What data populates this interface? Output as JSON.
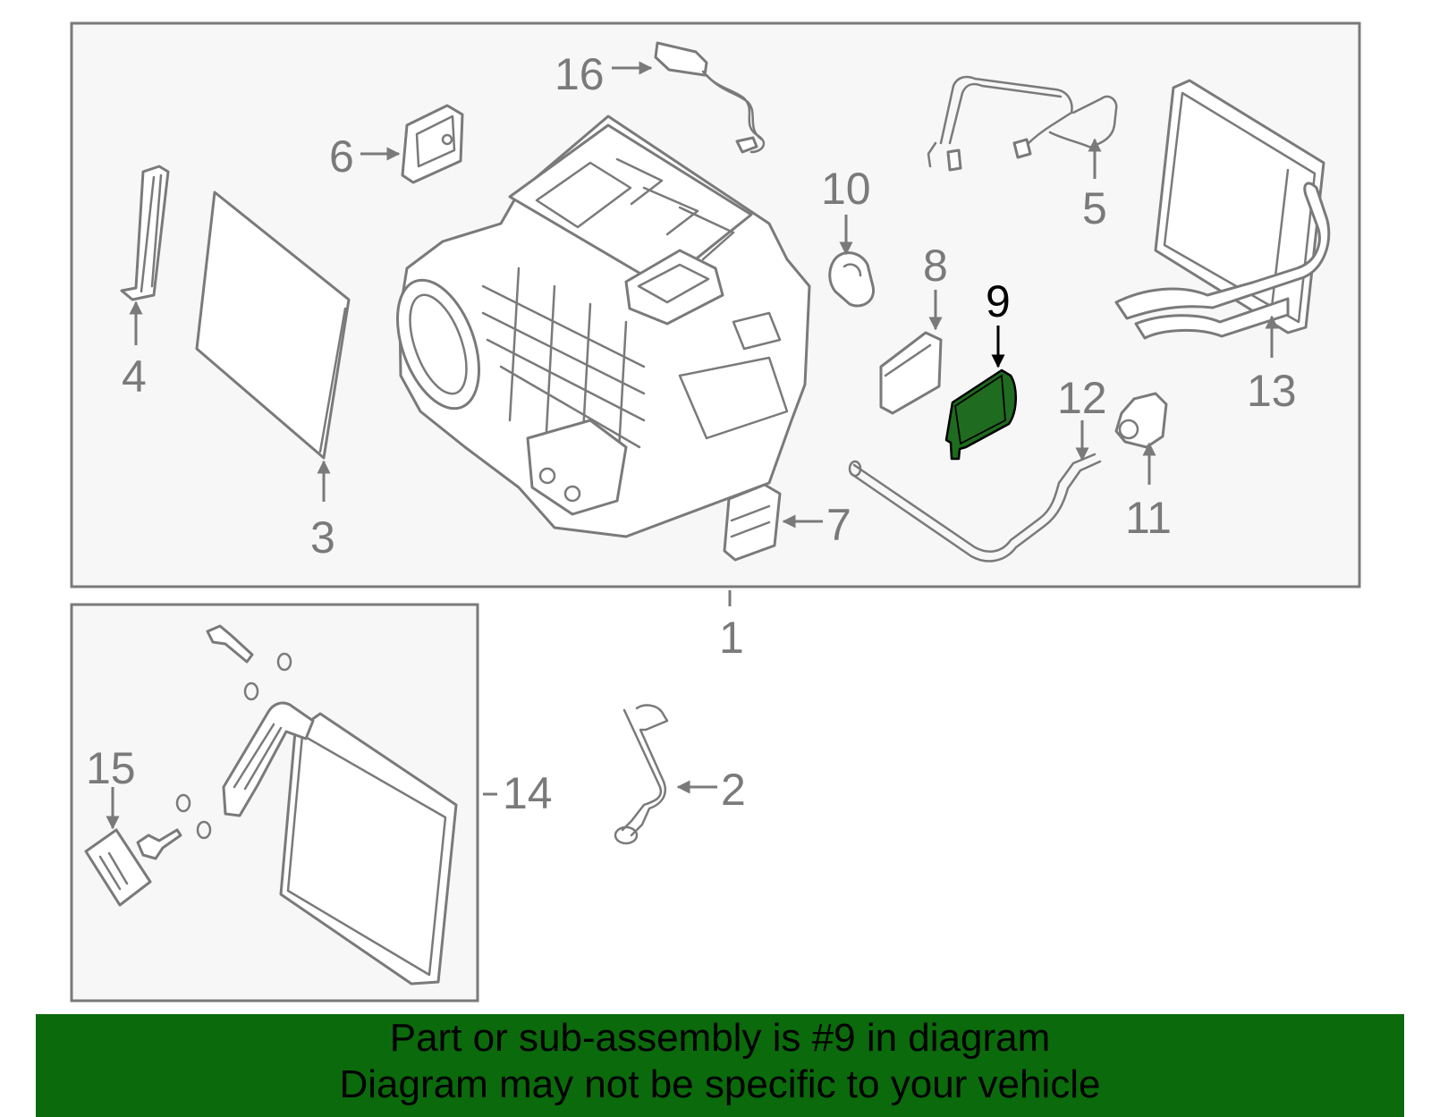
{
  "colors": {
    "panel_bg": "#f7f7f7",
    "line": "#7a7a7a",
    "highlight_fill": "#1f6b1f",
    "banner_bg": "#0b6a0b",
    "banner_text": "#000000"
  },
  "callouts": {
    "c1": "1",
    "c2": "2",
    "c3": "3",
    "c4": "4",
    "c5": "5",
    "c6": "6",
    "c7": "7",
    "c8": "8",
    "c9": "9",
    "c10": "10",
    "c11": "11",
    "c12": "12",
    "c13": "13",
    "c14": "14",
    "c15": "15",
    "c16": "16"
  },
  "highlighted_part": "9",
  "banner": {
    "line1": "Part or sub-assembly is #9 in diagram",
    "line2": "Diagram may not be specific to your vehicle"
  }
}
